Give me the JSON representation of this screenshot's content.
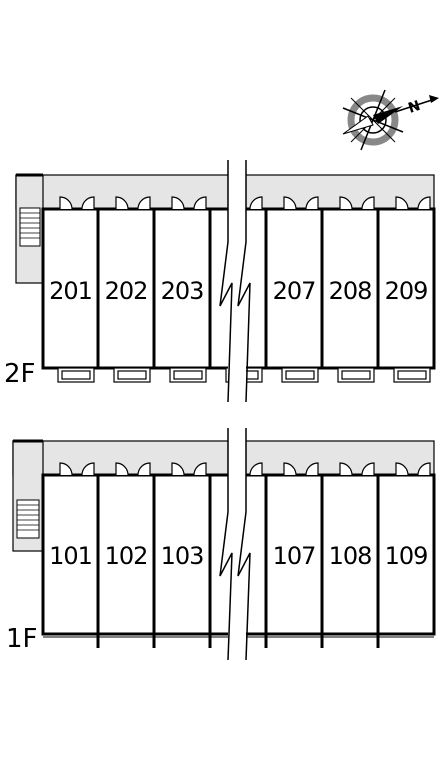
{
  "floors": [
    {
      "label": "2F",
      "units": [
        "201",
        "202",
        "203",
        "",
        "207",
        "208",
        "209"
      ]
    },
    {
      "label": "1F",
      "units": [
        "101",
        "102",
        "103",
        "",
        "107",
        "108",
        "109"
      ]
    }
  ],
  "compass": {
    "north_label": "N",
    "icon": "compass-icon"
  },
  "colors": {
    "corridor": "#e5e5e5",
    "line": "#000000",
    "compass_ring": "#888888"
  }
}
